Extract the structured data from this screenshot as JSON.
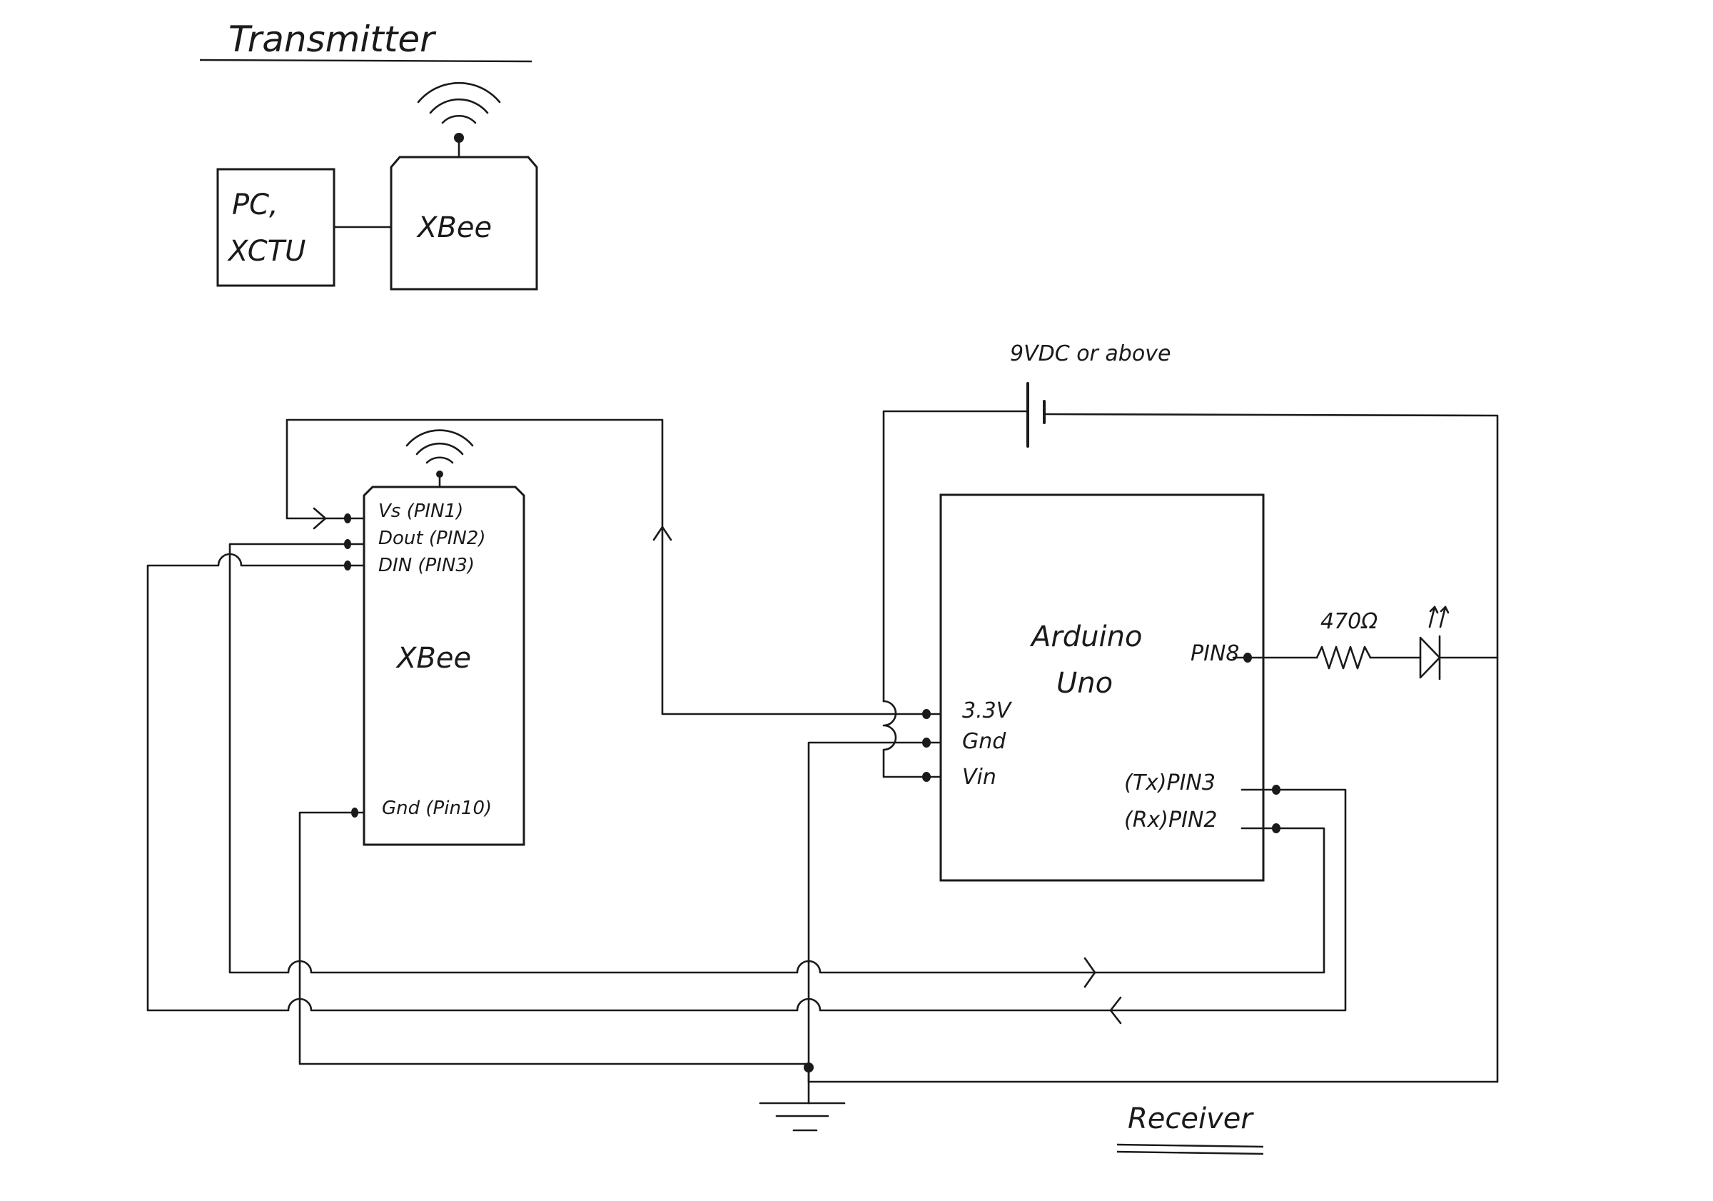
{
  "transmitter": {
    "title": "Transmitter",
    "pc_label_line1": "PC,",
    "pc_label_line2": "XCTU",
    "xbee_label": "XBee"
  },
  "receiver": {
    "title": "Receiver",
    "battery_label": "9VDC or above",
    "xbee": {
      "label": "XBee",
      "pins": {
        "vs": "Vs (PIN1)",
        "dout": "Dout (PIN2)",
        "din": "DIN (PIN3)",
        "gnd": "Gnd (Pin10)"
      }
    },
    "arduino": {
      "label_line1": "Arduino",
      "label_line2": "Uno",
      "pins": {
        "v33": "3.3V",
        "gnd": "Gnd",
        "vin": "Vin",
        "pin8": "PIN8",
        "tx": "(Tx)PIN3",
        "rx": "(Rx)PIN2"
      }
    },
    "resistor_label": "470Ω"
  },
  "colors": {
    "ink": "#1a1a1a",
    "paper": "#ffffff"
  }
}
